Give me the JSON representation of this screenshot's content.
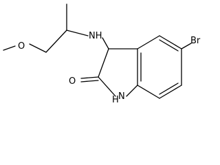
{
  "molecule": {
    "atoms": {
      "methoxy_o": "O",
      "amine_nh": "NH",
      "bromine": "Br",
      "carbonyl_o": "O",
      "ring_nh": "H",
      "ring_n": "N"
    }
  }
}
